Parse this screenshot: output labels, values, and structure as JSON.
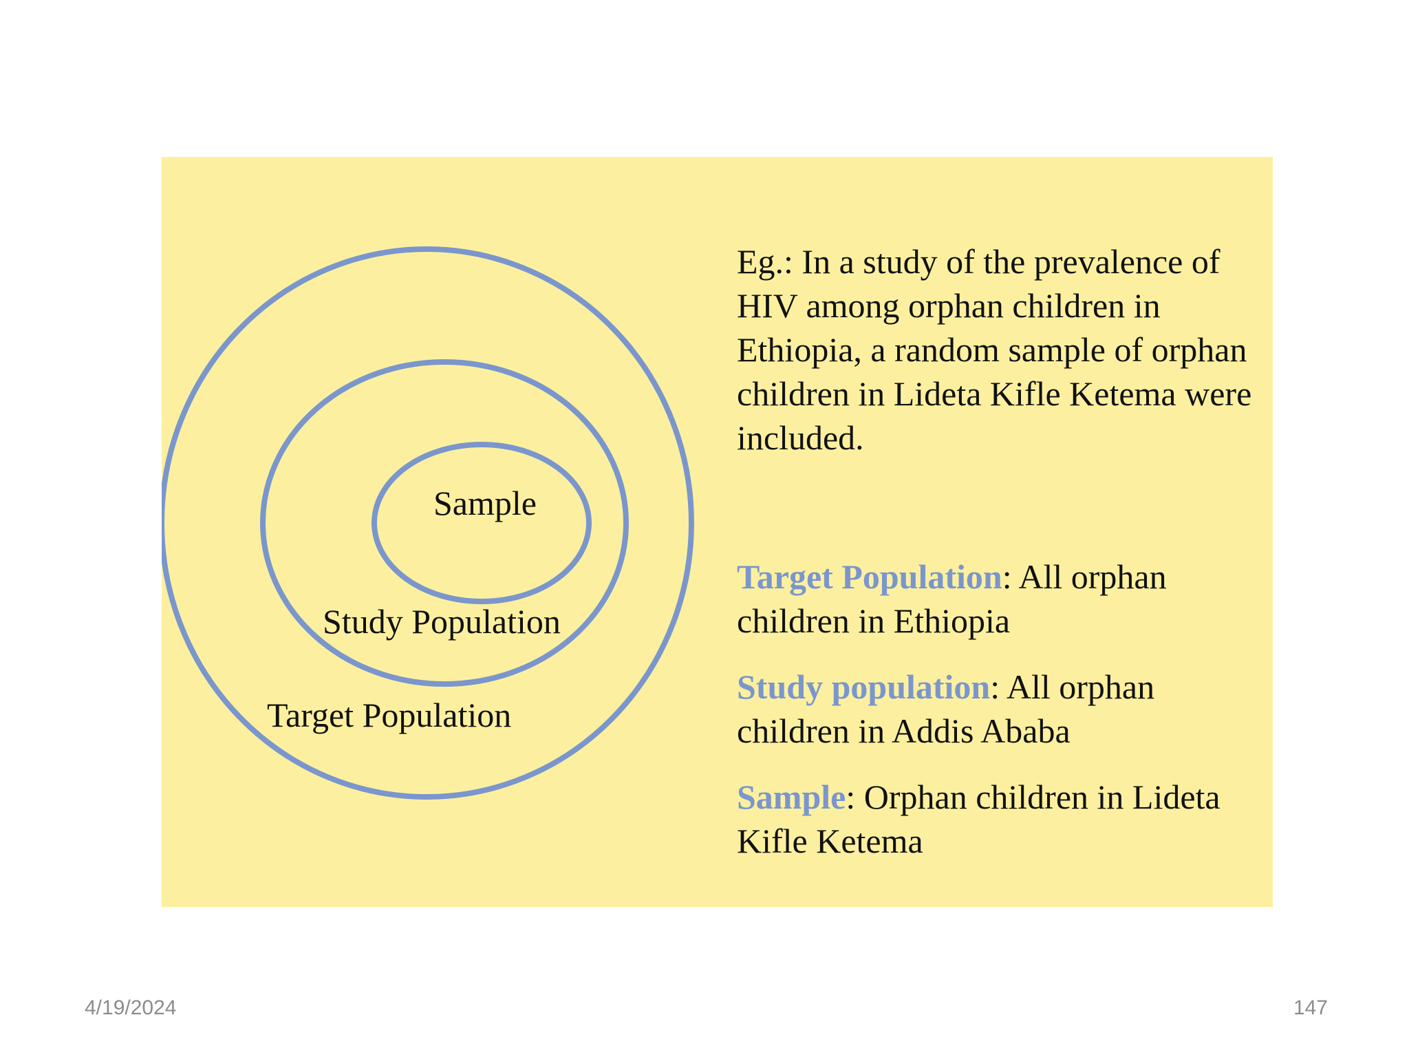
{
  "intro": {
    "text": "Eg.: In a study of the prevalence of HIV among orphan children in Ethiopia, a random sample of orphan children in Lideta Kifle Ketema were included."
  },
  "rings": {
    "sample": "Sample",
    "study_population": "Study Population",
    "target_population": "Target Population",
    "ring_color": "#7a96cc"
  },
  "definitions": [
    {
      "term": "Target Population",
      "text": ": All orphan children in Ethiopia"
    },
    {
      "term": "Study population",
      "text": ": All orphan children in  Addis Ababa"
    },
    {
      "term": "Sample",
      "text": ": Orphan children in Lideta Kifle Ketema"
    }
  ],
  "colors": {
    "panel_background": "#fcf0a0",
    "term_color": "#7a96cc"
  },
  "footer": {
    "date": "4/19/2024",
    "page_number": "147"
  }
}
